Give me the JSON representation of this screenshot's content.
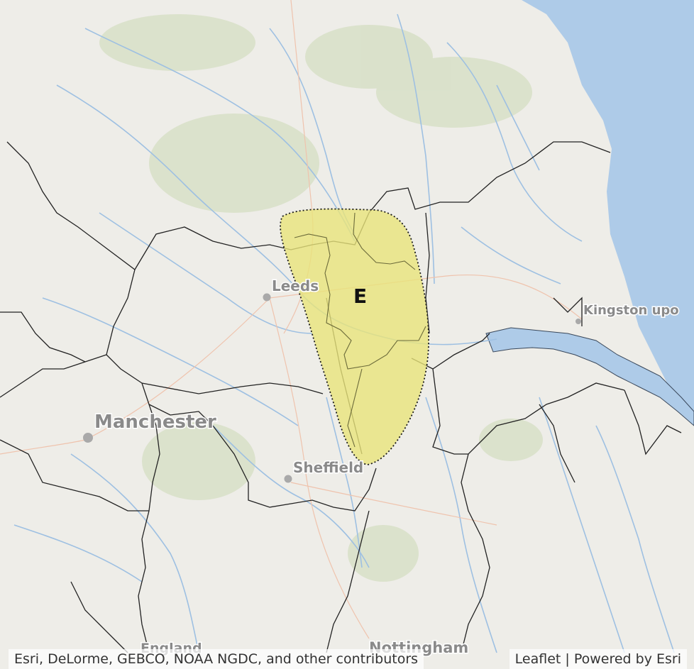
{
  "map": {
    "zone_label": "E",
    "zone_color": "#e8e37a",
    "sea_color": "#aecbe8",
    "land_color": "#eeede8",
    "cities": [
      {
        "id": "leeds",
        "label": "Leeds"
      },
      {
        "id": "manchester",
        "label": "Manchester"
      },
      {
        "id": "sheffield",
        "label": "Sheffield"
      },
      {
        "id": "kingston",
        "label": "Kingston upo"
      },
      {
        "id": "nottingham",
        "label": "Nottingham"
      },
      {
        "id": "england",
        "label": "England"
      }
    ]
  },
  "attribution": {
    "left": "Esri, DeLorme, GEBCO, NOAA NGDC, and other contributors",
    "right": "Leaflet | Powered by Esri"
  }
}
